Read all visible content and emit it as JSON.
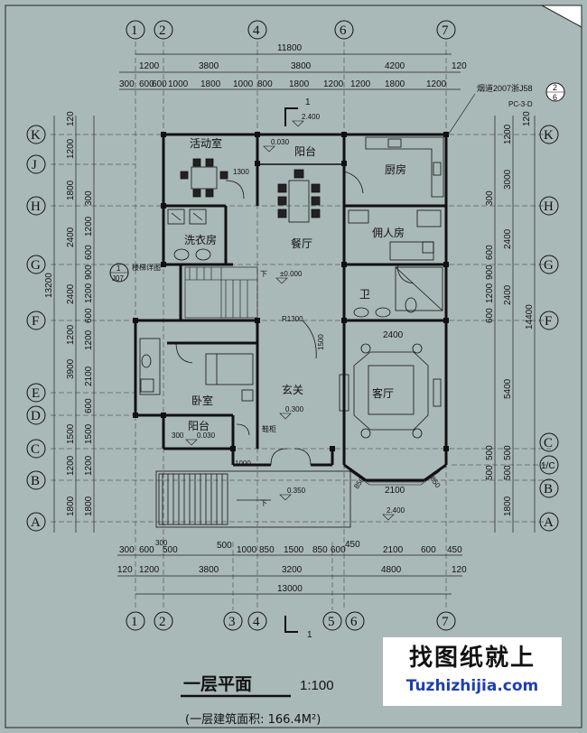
{
  "title": "一层平面",
  "scale": "1:100",
  "area_note": "(一层建筑面积: 166.4M²)",
  "watermark": {
    "cn": "找图纸就上",
    "url": "Tuzhizhijia.com"
  },
  "chimney_note": "烟道2007浙J58",
  "chimney_ref": "PC-3-D",
  "chimney_circle": {
    "top": "2",
    "bottom": "6"
  },
  "section_mark": "1",
  "stair_mark": {
    "top": "1",
    "bottom": "J07"
  },
  "stair_note": "楼梯详图",
  "col_axes": {
    "top": [
      "1",
      "2",
      "4",
      "6",
      "7"
    ],
    "bottom": [
      "1",
      "2",
      "3",
      "4",
      "5",
      "6",
      "7"
    ]
  },
  "row_axes": {
    "left": [
      "K",
      "J",
      "H",
      "G",
      "F",
      "E",
      "D",
      "C",
      "B",
      "A"
    ],
    "right": [
      "K",
      "H",
      "G",
      "F",
      "C",
      "1/C",
      "B",
      "A"
    ]
  },
  "dims_top": {
    "total": "11800",
    "row2": [
      "1200",
      "3800",
      "3800",
      "4200",
      "120"
    ],
    "row3": [
      "300",
      "600",
      "600",
      "1000",
      "1800",
      "1000",
      "800",
      "1800",
      "1200",
      "1200",
      "1800",
      "1200"
    ]
  },
  "dims_bottom": {
    "row1": [
      "300",
      "600",
      "500",
      "300",
      "500",
      "1000",
      "850",
      "1500",
      "850",
      "600",
      "450",
      "2100",
      "600",
      "450"
    ],
    "row2": [
      "120",
      "1200",
      "3800",
      "3200",
      "4800",
      "120"
    ],
    "total": "13000"
  },
  "dims_left": {
    "total": "13200",
    "col1": [
      "120",
      "1200",
      "1800",
      "2400",
      "2400",
      "1200",
      "3900",
      "1500",
      "1200",
      "1800"
    ],
    "col2": [
      "300",
      "1200",
      "600",
      "900",
      "1200",
      "600",
      "1200",
      "2100",
      "600",
      "1500",
      "1200",
      "1800"
    ]
  },
  "dims_right": {
    "total": "14400",
    "col1": [
      "120",
      "1200",
      "3000",
      "2400",
      "2400",
      "5400",
      "500",
      "500",
      "1800"
    ],
    "col2": [
      "300",
      "600",
      "900",
      "1200",
      "600",
      "500",
      "500"
    ]
  },
  "rooms": {
    "activity": "活动室",
    "balcony_top": "阳台",
    "kitchen": "厨房",
    "laundry": "洗衣房",
    "dining": "餐厅",
    "servant": "佣人房",
    "bath": "卫",
    "bedroom": "卧室",
    "foyer": "玄关",
    "living": "客厅",
    "balcony_bottom": "阳台"
  },
  "levels": {
    "top": "2.400",
    "balcony": "0.030",
    "dining": "±0.000",
    "foyer": "0.300",
    "bal_bottom": "0.030",
    "entry": "0.350",
    "front": "2.400"
  },
  "stair_down": "下",
  "inner_dims": {
    "r1300": "R1300",
    "d1500": "1500",
    "d2400": "2400",
    "d2100": "2100",
    "d1000": "1000",
    "d1300": "1300",
    "d300": "300",
    "d850a": "850",
    "d850b": "850"
  },
  "misc": {
    "shoes": "鞋柜"
  }
}
